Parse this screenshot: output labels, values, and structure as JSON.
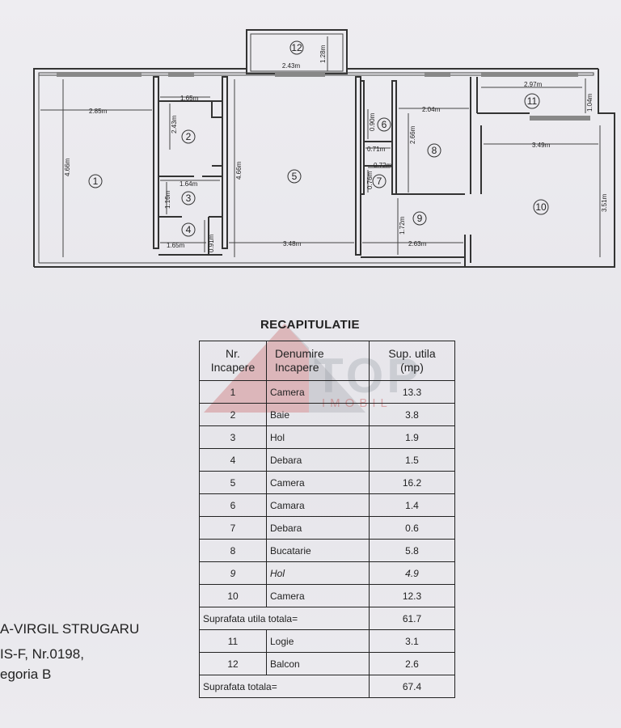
{
  "plan": {
    "balcony_number": "12",
    "balcony_dims": [
      "2.43m",
      "1.28m"
    ],
    "rooms": [
      {
        "num": "1"
      },
      {
        "num": "2"
      },
      {
        "num": "3"
      },
      {
        "num": "4"
      },
      {
        "num": "5"
      },
      {
        "num": "6"
      },
      {
        "num": "7"
      },
      {
        "num": "8"
      },
      {
        "num": "9"
      },
      {
        "num": "10"
      },
      {
        "num": "11"
      }
    ],
    "dims": {
      "r1_w": "2.85m",
      "r1_h": "4.66m",
      "r2_w": "1.65m",
      "r2_h": "2.43m",
      "r3_w": "1.64m",
      "r3_h": "1.16m",
      "r4_w": "1.65m",
      "r4_h": "0.91m",
      "r5_h": "4.66m",
      "r5_w": "3.48m",
      "r6_h": "0.90m",
      "r6_w": "0.71m",
      "r7_w": "0.72m",
      "r7_h": "0.76m",
      "r8_w": "2.04m",
      "r8_h": "2.66m",
      "r9_h": "1.72m",
      "r9_w": "2.63m",
      "r11_w": "2.97m",
      "r11_h": "1.04m",
      "r10_w": "3.49m",
      "r10_h": "3.51m"
    }
  },
  "recap": {
    "title": "RECAPITULATIE",
    "header": {
      "nr_line1": "Nr.",
      "nr_line2": "Incapere",
      "den_line1": "Denumire",
      "den_line2": "Incapere",
      "sup_line1": "Sup. utila",
      "sup_line2": "(mp)"
    },
    "rows": [
      {
        "nr": "1",
        "name": "Camera",
        "area": "13.3"
      },
      {
        "nr": "2",
        "name": "Baie",
        "area": "3.8"
      },
      {
        "nr": "3",
        "name": "Hol",
        "area": "1.9"
      },
      {
        "nr": "4",
        "name": "Debara",
        "area": "1.5"
      },
      {
        "nr": "5",
        "name": "Camera",
        "area": "16.2"
      },
      {
        "nr": "6",
        "name": "Camara",
        "area": "1.4"
      },
      {
        "nr": "7",
        "name": "Debara",
        "area": "0.6"
      },
      {
        "nr": "8",
        "name": "Bucatarie",
        "area": "5.8"
      },
      {
        "nr": "9",
        "name": "Hol",
        "area": "4.9"
      },
      {
        "nr": "10",
        "name": "Camera",
        "area": "12.3"
      }
    ],
    "subtotal_label": "Suprafata utila totala=",
    "subtotal_value": "61.7",
    "extra_rows": [
      {
        "nr": "11",
        "name": "Logie",
        "area": "3.1"
      },
      {
        "nr": "12",
        "name": "Balcon",
        "area": "2.6"
      }
    ],
    "total_label": "Suprafata totala=",
    "total_value": "67.4"
  },
  "author": {
    "line1": "A-VIRGIL STRUGARU",
    "line2": "IS-F, Nr.0198,",
    "line3": "egoria B"
  },
  "watermark": {
    "text": "TOP",
    "sub": "IMOBIL"
  }
}
